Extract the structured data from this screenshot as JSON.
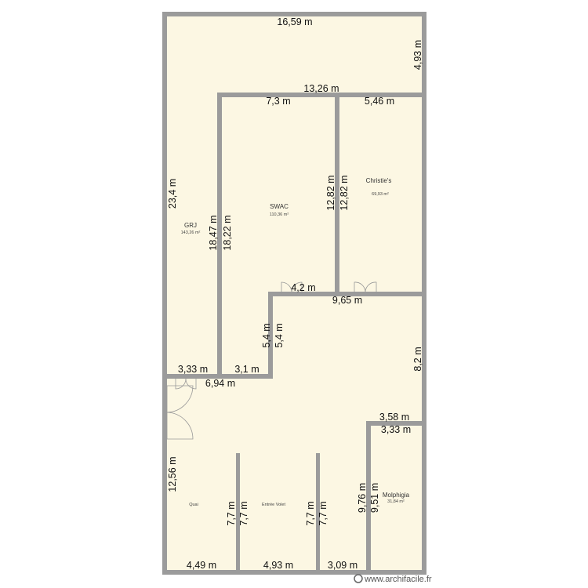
{
  "colors": {
    "floor": "#fcf7e3",
    "wall": "#9b9b9b",
    "text": "#111111"
  },
  "rooms": {
    "grj": {
      "name": "GRJ",
      "area": "143,26 m²"
    },
    "swac": {
      "name": "SWAC",
      "area": "110,36 m²"
    },
    "christies": {
      "name": "Christie's",
      "area": "69,93 m²"
    },
    "molphigia": {
      "name": "Molphigia",
      "area": "31,84 m²"
    },
    "quai": {
      "name": "Quai"
    },
    "entree": {
      "name": "Entrée Volet"
    }
  },
  "dimensions": {
    "top": "16,59 m",
    "right_top": "4,93 m",
    "step": "13,26 m",
    "swac_top": "7,3 m",
    "christies_top": "5,46 m",
    "left_outer": "23,4 m",
    "grj_inner": "18,47 m",
    "swac_left": "18,22 m",
    "swac_right": "12,82 m",
    "christies_left": "12,82 m",
    "swac_bottom": "4,2 m",
    "hall_top": "9,65 m",
    "notch_a": "5,4 m",
    "notch_b": "5,4 m",
    "right_mid": "8,2 m",
    "grj_bottom": "3,33 m",
    "swac_notch_bottom": "3,1 m",
    "hall_left_top": "6,94 m",
    "molph_top_outer": "3,58 m",
    "molph_top_inner": "3,33 m",
    "left_bottom": "12,56 m",
    "stub1_a": "7,7 m",
    "stub1_b": "7,7 m",
    "stub2_a": "7,7 m",
    "stub2_b": "7,7 m",
    "molph_left_outer": "9,76 m",
    "molph_left_inner": "9,51 m",
    "bottom_1": "4,49 m",
    "bottom_2": "4,93 m",
    "bottom_3": "3,09 m"
  },
  "watermark": "www.archifacile.fr"
}
